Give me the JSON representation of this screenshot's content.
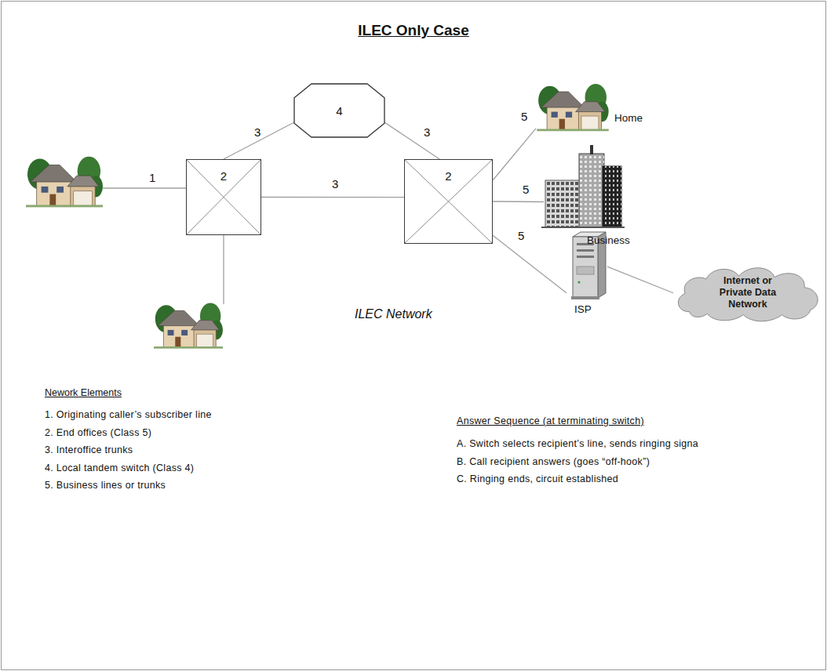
{
  "diagram": {
    "title": "ILEC Only Case",
    "nodes": [
      {
        "text": [
          "4"
        ]
      },
      {
        "text": [
          "Home"
        ]
      },
      {
        "text": [
          "2"
        ]
      },
      {
        "text": [
          "2"
        ]
      },
      {
        "text": [
          "Business"
        ]
      },
      {
        "text": [
          "ISP"
        ]
      },
      {
        "text": [
          "Internet or Private Data Network"
        ]
      }
    ],
    "edges": [
      {
        "from": 2,
        "to": 0,
        "label": "3",
        "arrow": "none"
      },
      {
        "from": 0,
        "to": 3,
        "label": "3",
        "arrow": "none"
      },
      {
        "from": 2,
        "to": 3,
        "label": "3",
        "arrow": "none"
      },
      {
        "from": 3,
        "to": 1,
        "label": "5",
        "arrow": "none"
      },
      {
        "from": 3,
        "to": 4,
        "label": "5",
        "arrow": "none"
      },
      {
        "from": 3,
        "to": 5,
        "label": "5",
        "arrow": "none"
      },
      {
        "from": 5,
        "to": 6,
        "arrow": "none"
      }
    ],
    "labels": [
      "1",
      "ILEC Network",
      "Nework Elements",
      "1. Originating caller’s subscriber line",
      "2. End offices (Class 5)",
      "3. Interoffice trunks",
      "4. Local tandem switch (Class 4)",
      "5. Business lines or trunks",
      "Answer Sequence (at terminating switch)",
      "A. Switch selects recipient’s line, sends ringing signa",
      "B. Call recipient answers (goes “off-hook”)",
      "C. Ringing ends, circuit established"
    ]
  }
}
